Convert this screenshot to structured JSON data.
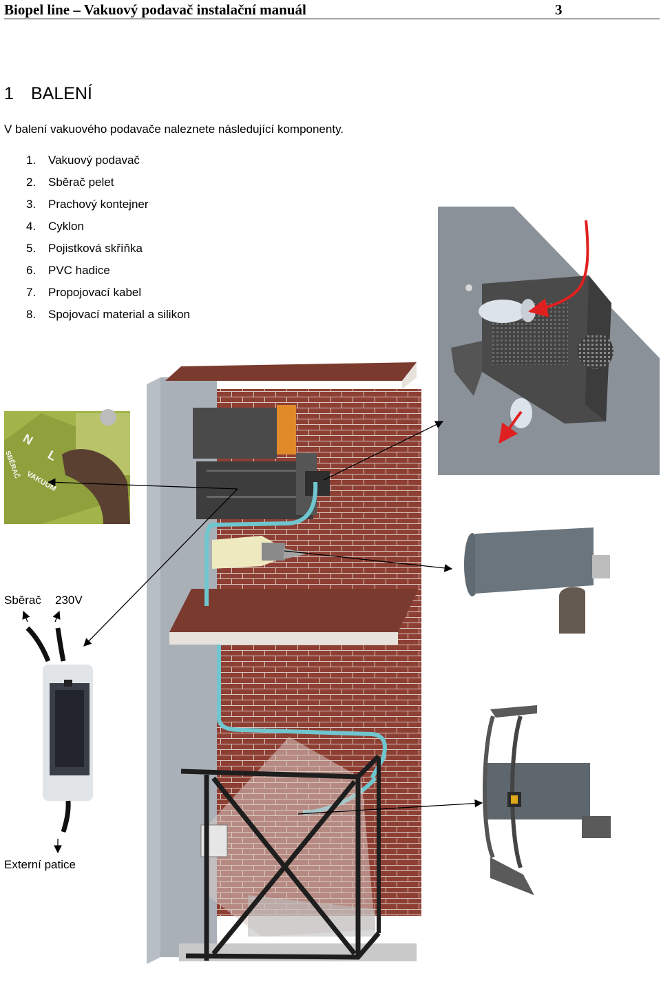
{
  "header": {
    "title": "Biopel line – Vakuový podavač instalační manuál",
    "page_number": "3"
  },
  "section": {
    "number": "1",
    "title": "BALENÍ"
  },
  "intro": "V balení vakuového podavače naleznete následující komponenty.",
  "components": [
    {
      "n": "1.",
      "label": "Vakuový podavač"
    },
    {
      "n": "2.",
      "label": "Sběrač pelet"
    },
    {
      "n": "3.",
      "label": "Prachový kontejner"
    },
    {
      "n": "4.",
      "label": "Cyklon"
    },
    {
      "n": "5.",
      "label": "Pojistková skříňka"
    },
    {
      "n": "6.",
      "label": "PVC hadice"
    },
    {
      "n": "7.",
      "label": "Propojovací kabel"
    },
    {
      "n": "8.",
      "label": "Spojovací material a silikon"
    }
  ],
  "fuse_box_labels": {
    "collector": "Sběrač",
    "voltage": "230V",
    "external_socket": "Externí patice"
  },
  "terminal_labels": [
    "N",
    "L",
    "SBĚRAČ",
    "VAKUUM"
  ],
  "colors": {
    "brick": "#8e3f33",
    "hose": "#6fc6cf",
    "plaster": "#a9b0b8",
    "arrow_red": "#e02020",
    "machine": "#3f3f3f"
  }
}
